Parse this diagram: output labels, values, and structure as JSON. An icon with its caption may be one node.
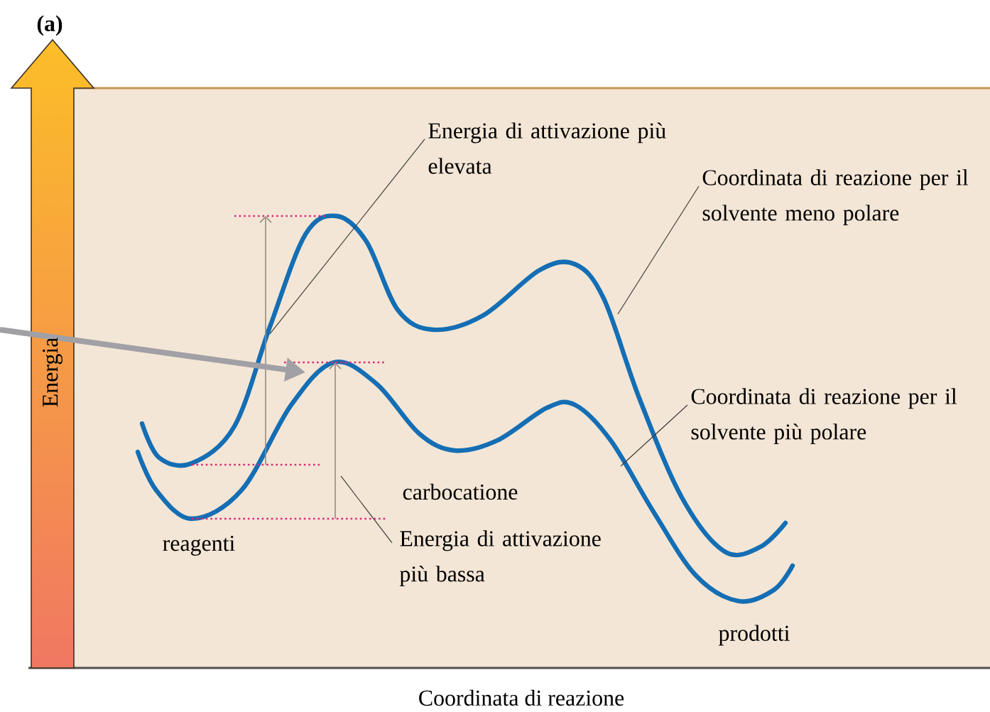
{
  "diagram": {
    "nodes": [
      {
        "text": [
          "Energia di attivazione più elevata"
        ]
      },
      {
        "text": [
          "Coordinata di reazione per il solvente meno polare"
        ]
      },
      {
        "text": [
          "Coordinata di reazione per il solvente più polare"
        ]
      },
      {
        "text": [
          "Energia di attivazione più bassa"
        ]
      }
    ],
    "edges": [
      {
        "from": 0,
        "to": null,
        "arrow": "none"
      },
      {
        "from": 1,
        "to": null,
        "arrow": "none"
      },
      {
        "from": 2,
        "to": null,
        "arrow": "none"
      },
      {
        "from": 3,
        "to": null,
        "arrow": "none"
      }
    ],
    "labels": [
      "(a)",
      "Energia",
      "carbocatione",
      "reagenti",
      "prodotti",
      "Coordinata di reazione"
    ]
  }
}
